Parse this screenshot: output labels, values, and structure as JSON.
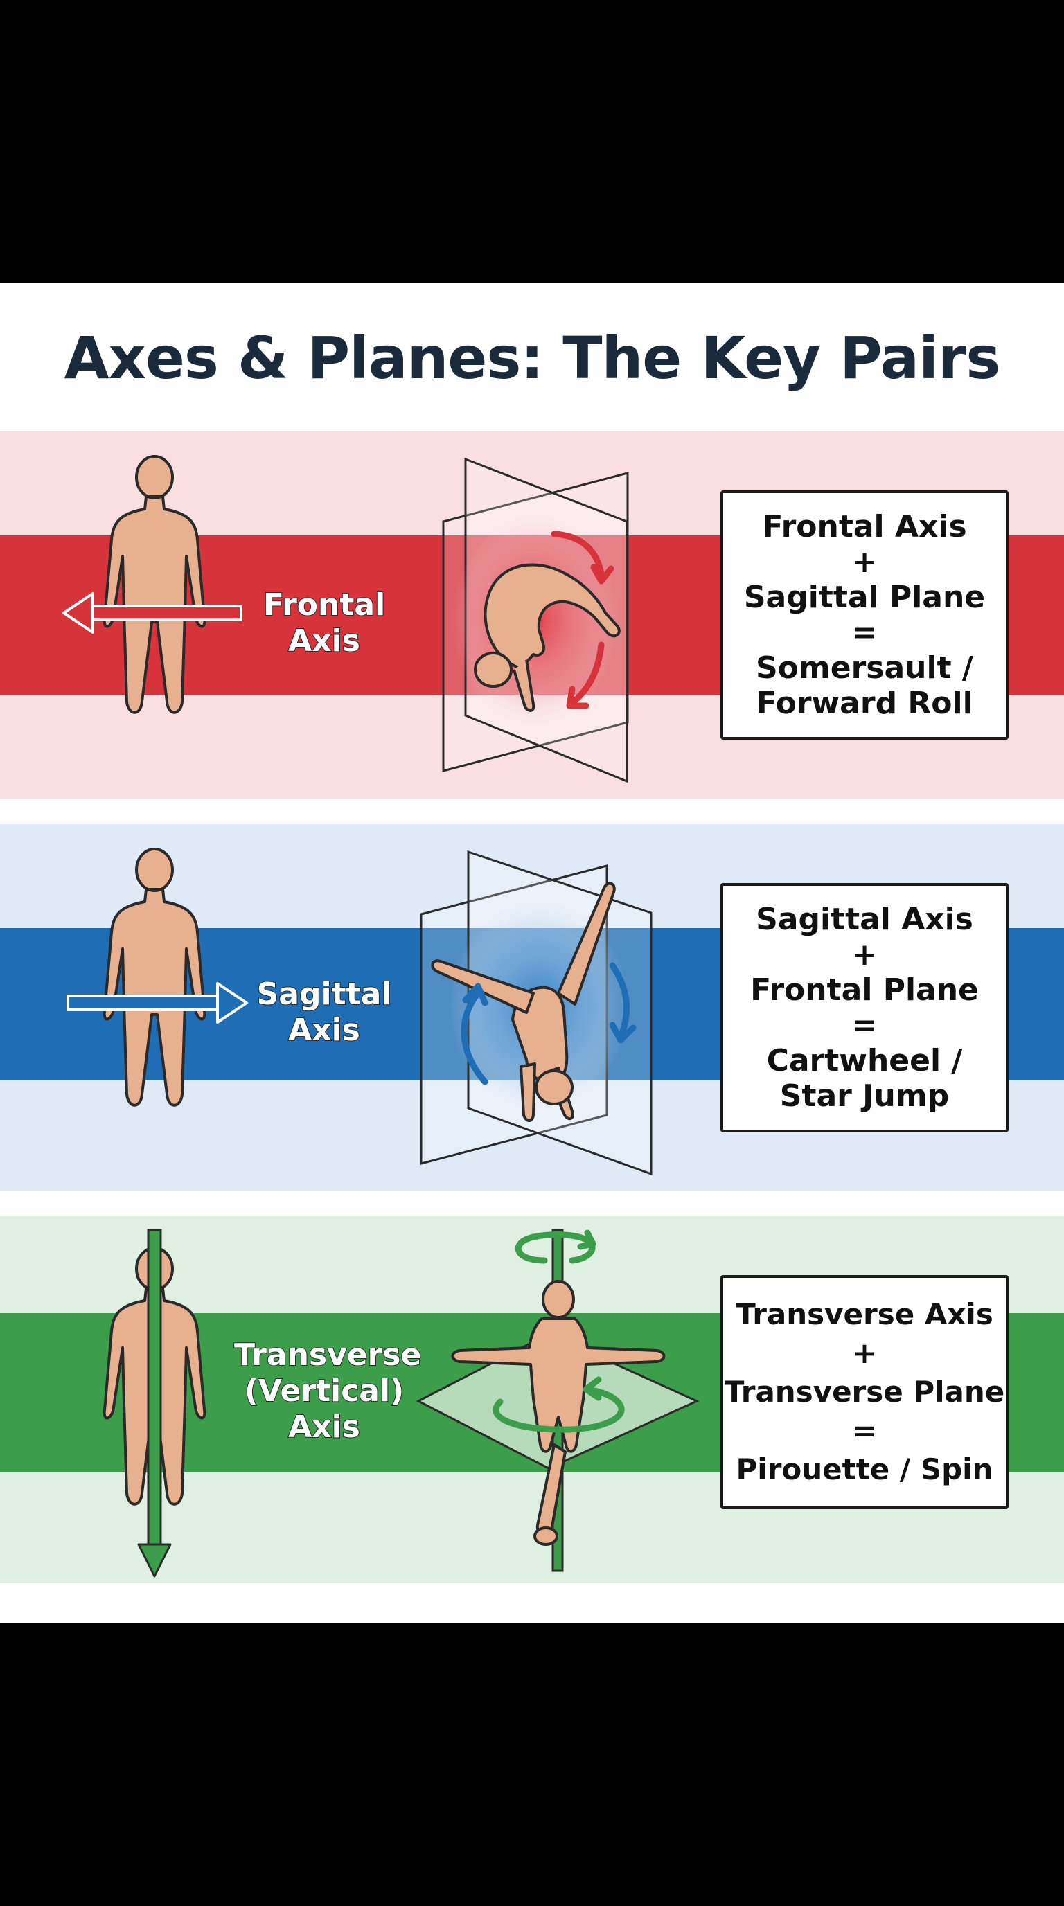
{
  "title": "Axes & Planes: The Key Pairs",
  "colors": {
    "red": "#d6333b",
    "red_light": "#f9dfe2",
    "blue": "#1f6db5",
    "blue_light": "#dfeaf6",
    "green": "#3c9d4a",
    "green_light": "#dff0e2",
    "skin": "#e7b08f"
  },
  "rows": [
    {
      "axis_label": "Frontal\nAxis",
      "axis_arrow_icon": "left-arrow",
      "rotation_icon": "clockwise-arrows",
      "equation": {
        "axis": "Frontal Axis",
        "plus": "+",
        "plane": "Sagittal Plane",
        "equals": "=",
        "result_line1": "Somersault /",
        "result_line2": "Forward Roll"
      }
    },
    {
      "axis_label": "Sagittal\nAxis",
      "axis_arrow_icon": "right-arrow",
      "rotation_icon": "clockwise-arrows",
      "equation": {
        "axis": "Sagittal Axis",
        "plus": "+",
        "plane": "Frontal Plane",
        "equals": "=",
        "result_line1": "Cartwheel /",
        "result_line2": "Star Jump"
      }
    },
    {
      "axis_label": "Transverse\n(Vertical)\nAxis",
      "axis_arrow_icon": "down-arrow",
      "rotation_icon": "spin-arrows",
      "equation": {
        "axis": "Transverse Axis",
        "plus": "+",
        "plane": "Transverse Plane",
        "equals": "=",
        "result": "Pirouette / Spin"
      }
    }
  ]
}
